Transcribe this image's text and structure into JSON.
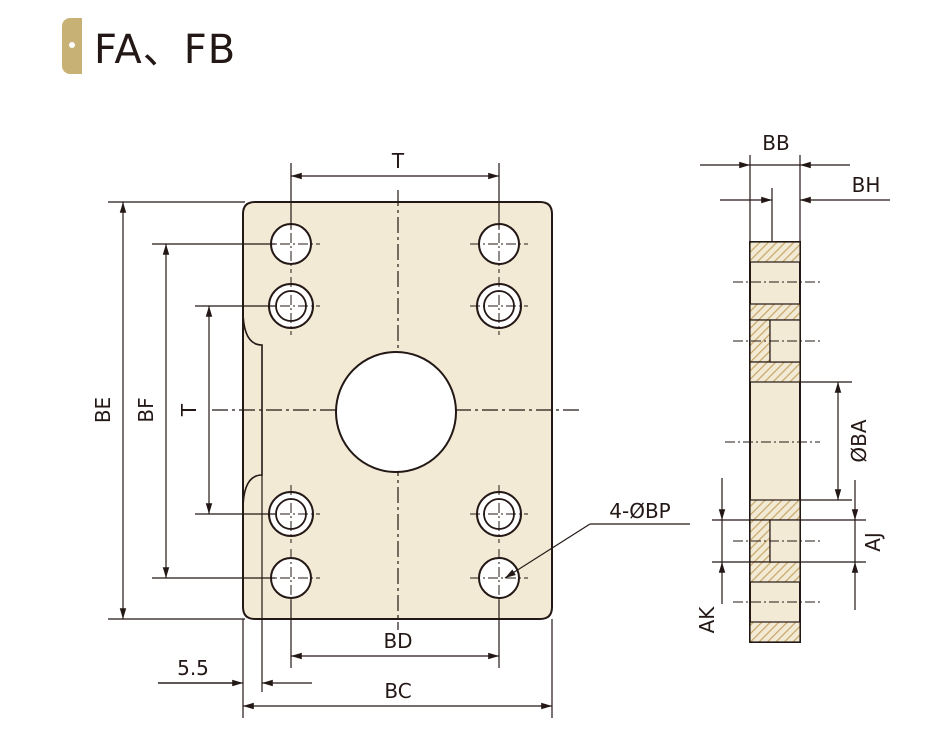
{
  "title": "FA、FB",
  "colors": {
    "plate_fill": "#f3ead5",
    "outline": "#231815",
    "hatch": "#c8a86a",
    "accent": "#c8b175"
  },
  "labels": {
    "T_top": "T",
    "T_side": "T",
    "BE": "BE",
    "BF": "BF",
    "BD": "BD",
    "BC": "BC",
    "offset": "5.5",
    "hole_callout": "4-ØBP",
    "BB": "BB",
    "BH": "BH",
    "BA": "ØBA",
    "AJ": "AJ",
    "AK": "AK"
  }
}
